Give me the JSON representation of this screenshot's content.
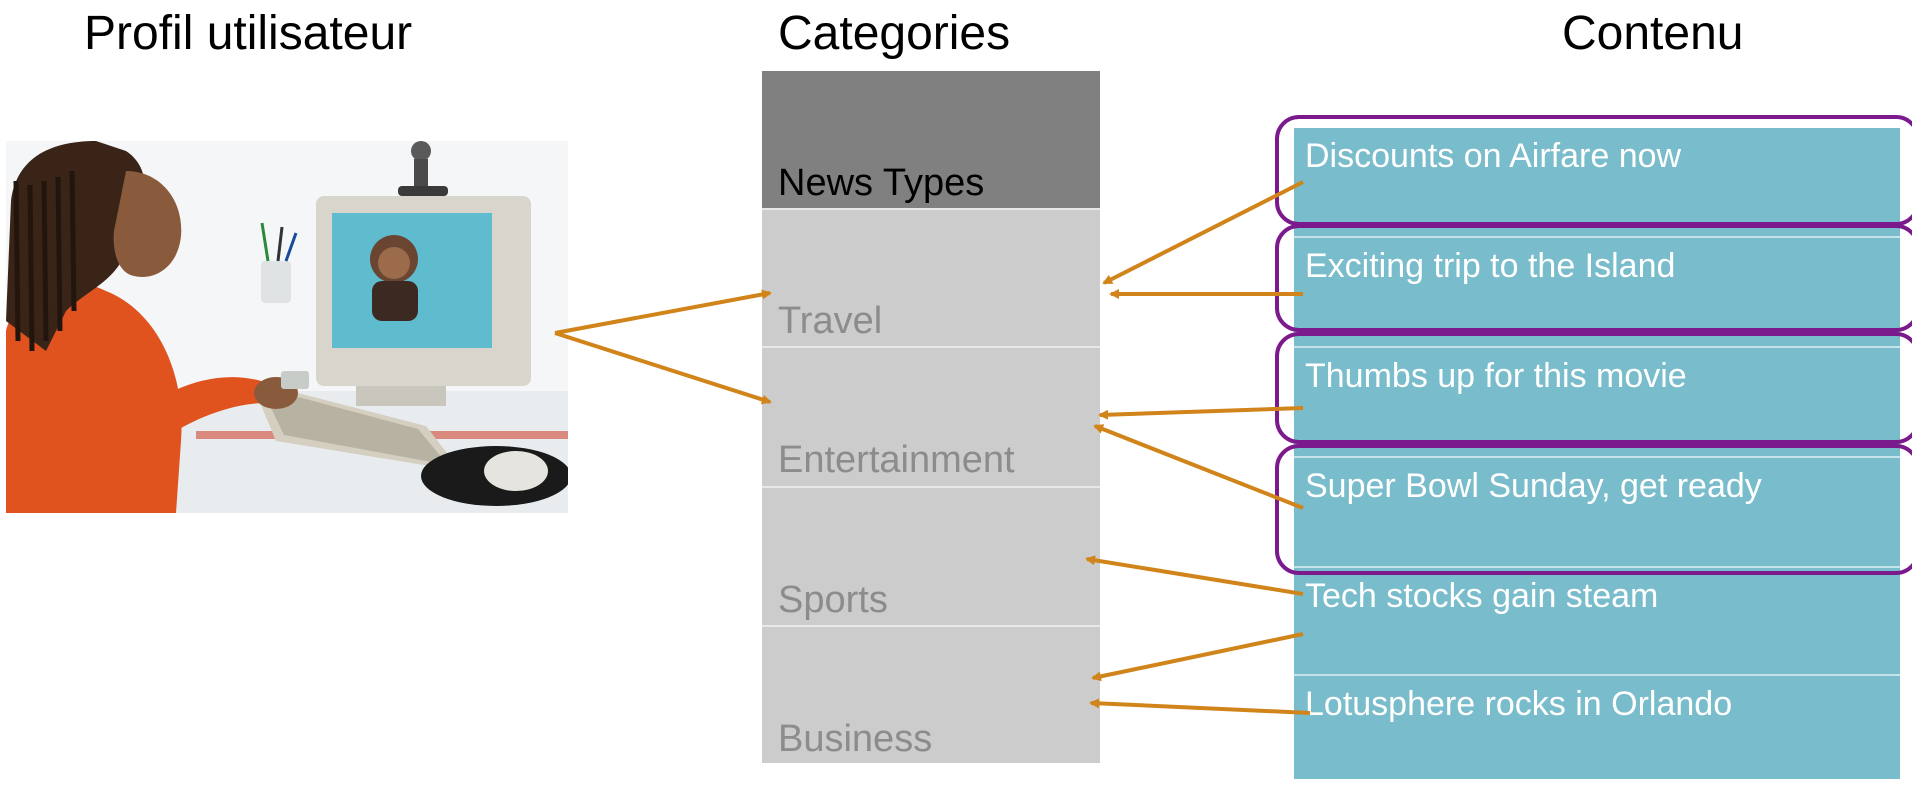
{
  "columns": {
    "profile": "Profil utilisateur",
    "categories": "Categories",
    "content": "Contenu"
  },
  "categories": {
    "header": "News Types",
    "items": [
      "Travel",
      "Entertainment",
      "Sports",
      "Business"
    ]
  },
  "content": {
    "items": [
      "Discounts on Airfare now",
      "Exciting trip to the Island",
      "Thumbs up for this movie",
      "Super Bowl Sunday,  get ready",
      "Tech stocks gain steam",
      "Lotusphere rocks in Orlando"
    ],
    "highlighted_count": 4
  },
  "links": {
    "profile_to_category": [
      "Travel",
      "Entertainment"
    ],
    "content_to_category": [
      {
        "content": "Discounts on Airfare now",
        "category": "Travel"
      },
      {
        "content": "Exciting trip to the Island",
        "category": "Travel"
      },
      {
        "content": "Thumbs up for this movie",
        "category": "Entertainment"
      },
      {
        "content": "Super Bowl Sunday,  get ready",
        "category": "Entertainment"
      },
      {
        "content": "Tech stocks gain steam",
        "category": "Sports"
      },
      {
        "content": "Tech stocks gain steam",
        "category": "Business"
      },
      {
        "content": "Lotusphere rocks in Orlando",
        "category": "Business"
      }
    ]
  },
  "colors": {
    "arrow": "#d0841a",
    "highlight_outline": "#7a1a8c",
    "content_fill": "#79bccb",
    "category_fill": "#cccccc",
    "category_header_fill": "#808080",
    "category_text": "#8c8c8c"
  },
  "icons": {
    "photo": "woman-at-computer-photo"
  }
}
